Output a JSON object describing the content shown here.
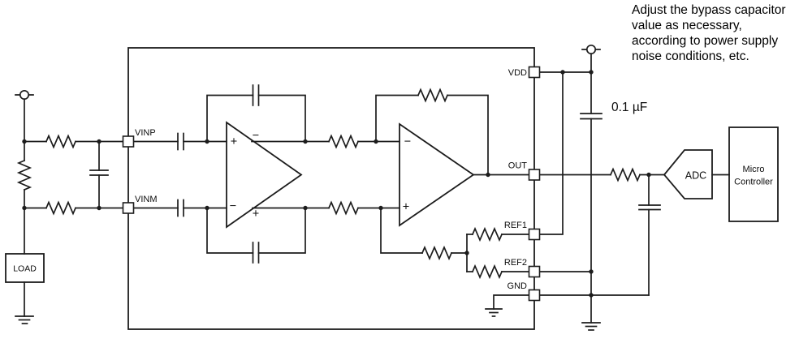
{
  "annotation": {
    "lines": [
      "Adjust the bypass capacitor",
      "value as necessary,",
      "according to power supply",
      "noise conditions, etc."
    ]
  },
  "components": {
    "bypass_cap_value": "0.1 µF",
    "load_label": "LOAD",
    "adc_label": "ADC",
    "mcu_label_line1": "Micro",
    "mcu_label_line2": "Controller"
  },
  "ic_pins": {
    "vinp": "VINP",
    "vinm": "VINM",
    "vdd": "VDD",
    "out": "OUT",
    "ref1": "REF1",
    "ref2": "REF2",
    "gnd": "GND"
  },
  "opamp_polarity": {
    "amp1_input_plus": "+",
    "amp1_output_minus": "−",
    "amp1_input_minus": "−",
    "amp1_output_plus": "+",
    "amp2_input_minus": "−",
    "amp2_input_plus": "+"
  },
  "colors": {
    "stroke": "#1c1c1c",
    "background": "#ffffff"
  }
}
